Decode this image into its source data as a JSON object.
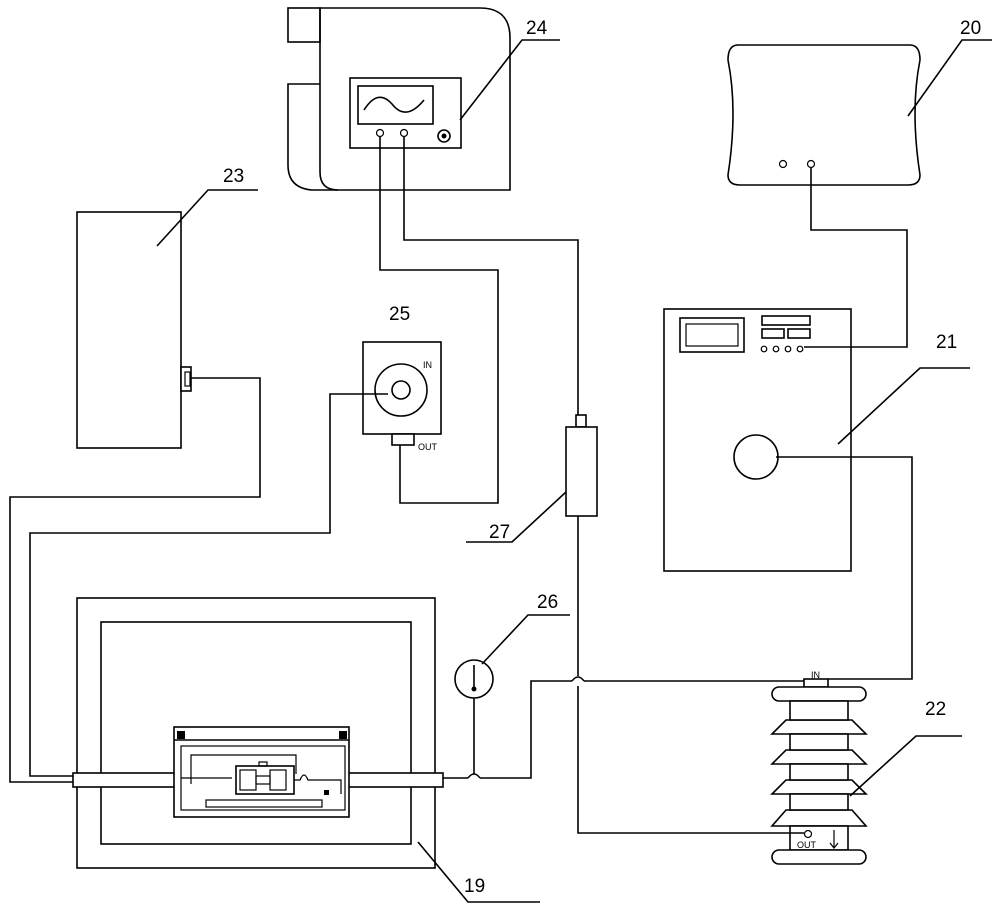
{
  "callouts": {
    "n19": "19",
    "n20": "20",
    "n21": "21",
    "n22": "22",
    "n23": "23",
    "n24": "24",
    "n25": "25",
    "n26": "26",
    "n27": "27"
  },
  "terminals": {
    "meter_in": "IN",
    "meter_out": "OUT",
    "insulator_in": "IN",
    "insulator_out": "OUT"
  }
}
